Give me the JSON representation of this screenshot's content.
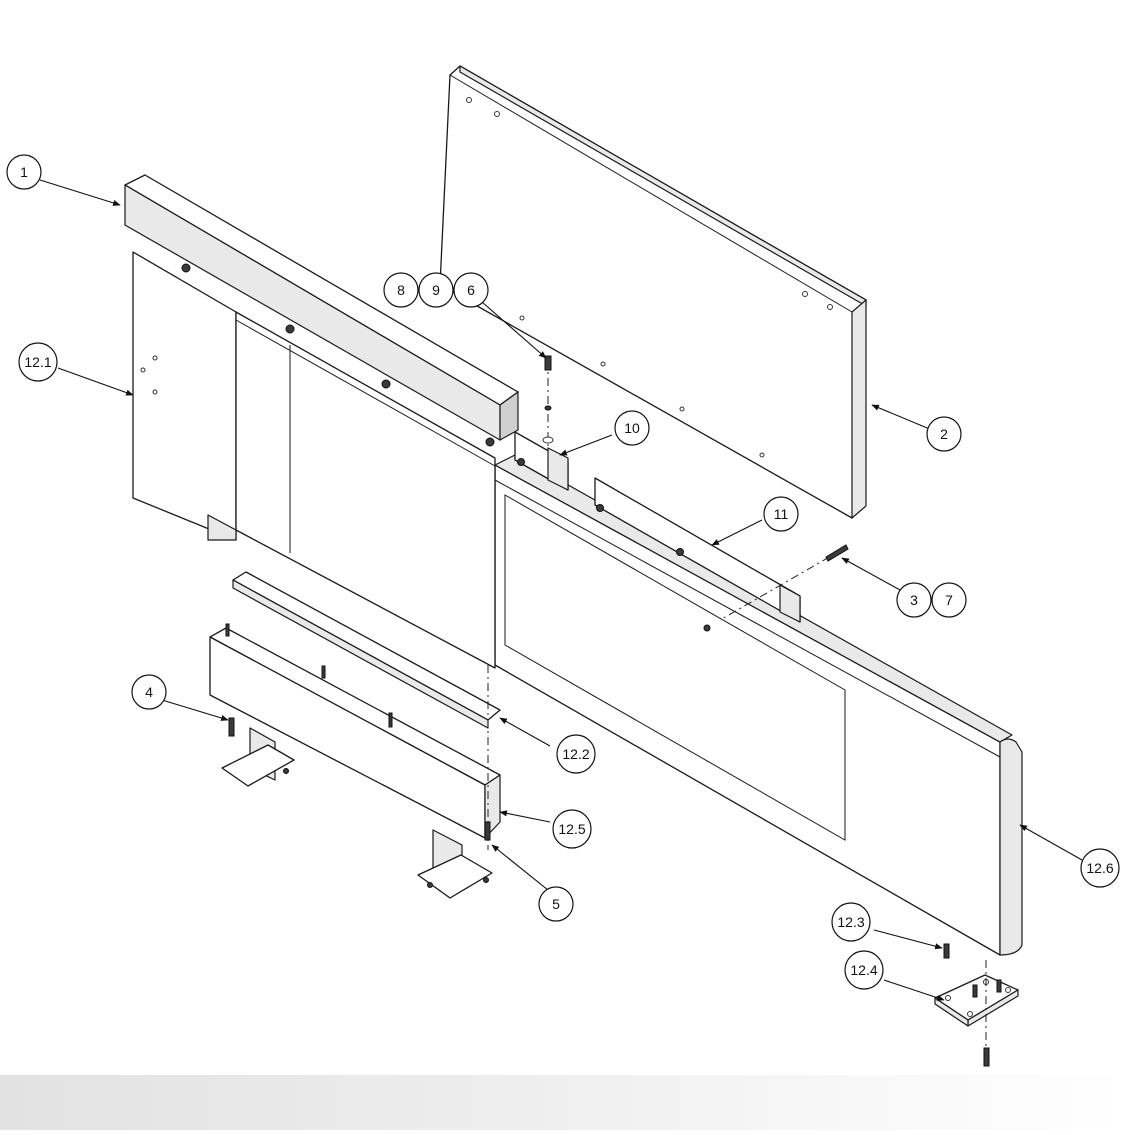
{
  "callouts": [
    {
      "id": "b-1",
      "label": "1"
    },
    {
      "id": "b-2",
      "label": "2"
    },
    {
      "id": "b-3",
      "label": "3"
    },
    {
      "id": "b-7",
      "label": "7"
    },
    {
      "id": "b-4",
      "label": "4"
    },
    {
      "id": "b-5",
      "label": "5"
    },
    {
      "id": "b-6",
      "label": "6"
    },
    {
      "id": "b-8",
      "label": "8"
    },
    {
      "id": "b-9",
      "label": "9"
    },
    {
      "id": "b-10",
      "label": "10"
    },
    {
      "id": "b-11",
      "label": "11"
    },
    {
      "id": "b-12-1",
      "label": "12.1"
    },
    {
      "id": "b-12-2",
      "label": "12.2"
    },
    {
      "id": "b-12-3",
      "label": "12.3"
    },
    {
      "id": "b-12-4",
      "label": "12.4"
    },
    {
      "id": "b-12-5",
      "label": "12.5"
    },
    {
      "id": "b-12-6",
      "label": "12.6"
    }
  ]
}
